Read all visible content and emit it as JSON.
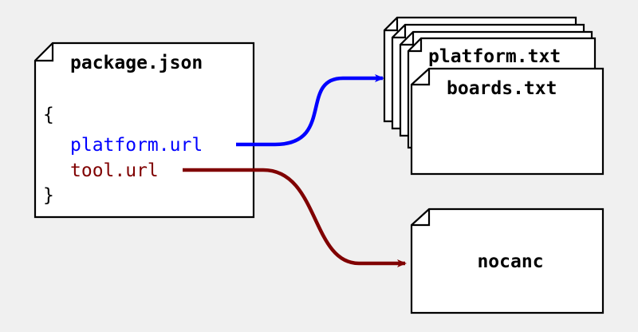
{
  "package_doc": {
    "title": "package.json",
    "open_brace": "{",
    "close_brace": "}",
    "platform_key": "platform.url",
    "tool_key": "tool.url"
  },
  "platform_stack": {
    "back_title": "platform.txt",
    "front_title": "boards.txt"
  },
  "tool_doc": {
    "title": "nocanc"
  },
  "colors": {
    "background": "#f0f0f0",
    "platform_link": "#0000ff",
    "tool_link": "#800000"
  }
}
